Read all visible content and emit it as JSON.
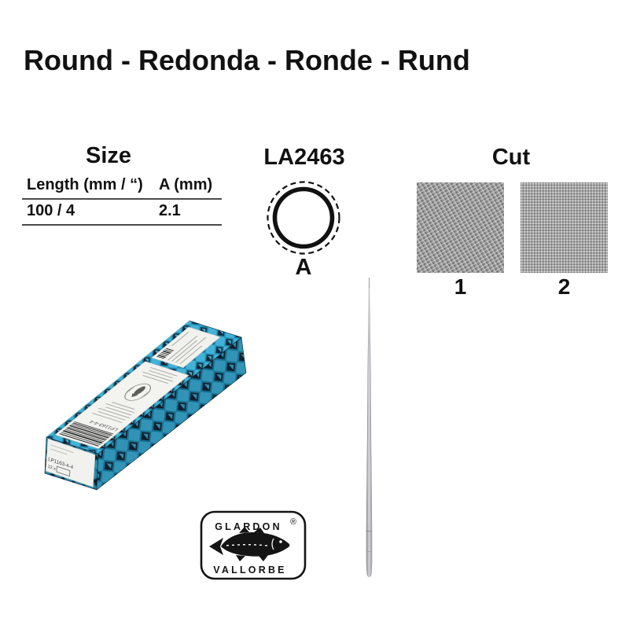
{
  "title": "Round - Redonda - Ronde - Rund",
  "size_table": {
    "heading": "Size",
    "columns": [
      "Length (mm / “)",
      "A (mm)"
    ],
    "rows": [
      [
        "100 / 4",
        "2.1"
      ]
    ]
  },
  "product": {
    "code": "LA2463",
    "dimension_label": "A"
  },
  "cut": {
    "heading": "Cut",
    "labels": [
      "1",
      "2"
    ]
  },
  "box": {
    "sku": "LP1163-4-4",
    "qty": "12 x"
  },
  "logo": {
    "top": "GLARDON",
    "bottom": "VALLORBE",
    "registered": "®"
  },
  "colors": {
    "box_cyan": "#41b3d8",
    "box_teal": "#1e89b0",
    "box_dark": "#152634",
    "cut1_base": "#8d8d8d",
    "cut2_base": "#a7a7a7",
    "file_gray": "#b9babe"
  }
}
